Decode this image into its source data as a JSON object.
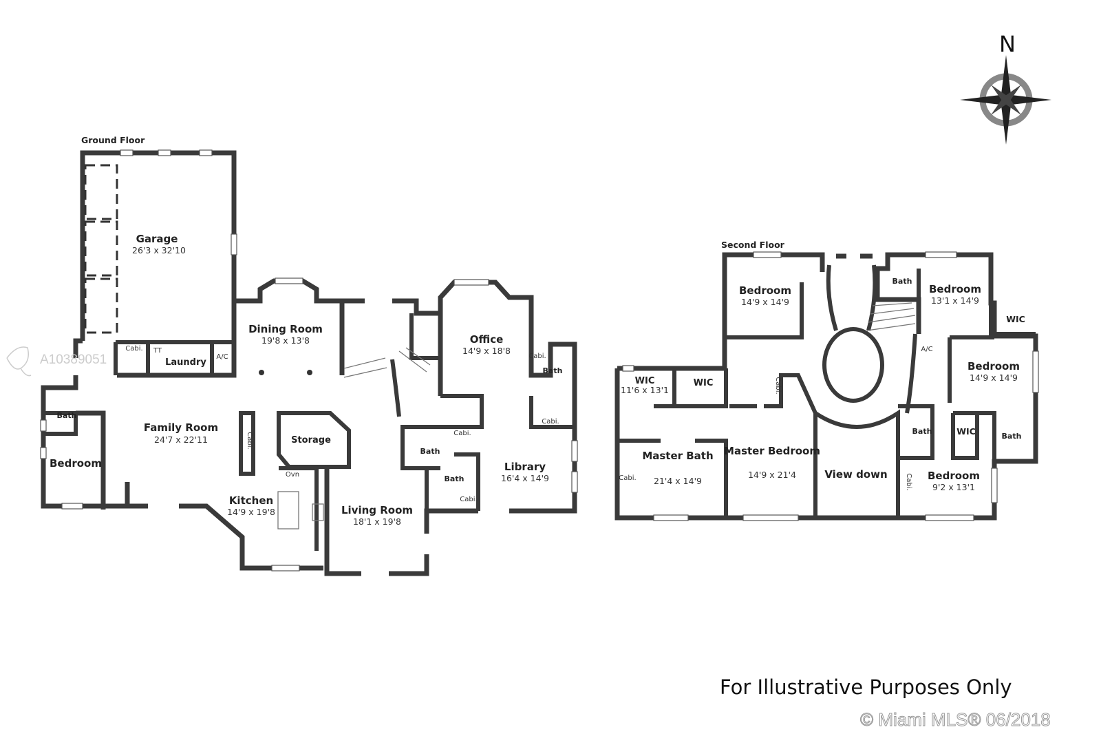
{
  "floors": {
    "ground": {
      "label": "Ground Floor",
      "rooms": [
        {
          "name": "Garage",
          "dims": "26'3 x 32'10"
        },
        {
          "name": "Dining Room",
          "dims": "19'8 x 13'8"
        },
        {
          "name": "Office",
          "dims": "14'9 x 18'8"
        },
        {
          "name": "Laundry",
          "dims": ""
        },
        {
          "name": "Family Room",
          "dims": "24'7 x 22'11"
        },
        {
          "name": "Storage",
          "dims": ""
        },
        {
          "name": "Bedroom",
          "dims": ""
        },
        {
          "name": "Kitchen",
          "dims": "14'9 x 19'8"
        },
        {
          "name": "Living Room",
          "dims": "18'1 x 19'8"
        },
        {
          "name": "Library",
          "dims": "16'4 x 14'9"
        },
        {
          "name": "Bath",
          "dims": ""
        },
        {
          "name": "Bath",
          "dims": ""
        },
        {
          "name": "Bath",
          "dims": ""
        },
        {
          "name": "Bath",
          "dims": ""
        }
      ],
      "fixtures": [
        "Cabi.",
        "TT",
        "A/C",
        "Cabi.",
        "Cabi.",
        "Cabi.",
        "Cabi.",
        "Cabi.",
        "Ovn"
      ]
    },
    "second": {
      "label": "Second Floor",
      "rooms": [
        {
          "name": "Bedroom",
          "dims": "14'9 x 14'9"
        },
        {
          "name": "Bedroom",
          "dims": "13'1 x 14'9"
        },
        {
          "name": "Bedroom",
          "dims": "14'9 x 14'9"
        },
        {
          "name": "WIC",
          "dims": "11'6 x 13'1"
        },
        {
          "name": "WIC",
          "dims": ""
        },
        {
          "name": "Master Bath",
          "dims": "21'4 x 14'9"
        },
        {
          "name": "Master Bedroom",
          "dims": "14'9 x 21'4"
        },
        {
          "name": "View down",
          "dims": ""
        },
        {
          "name": "Bedroom",
          "dims": "9'2 x 13'1"
        },
        {
          "name": "WIC",
          "dims": ""
        },
        {
          "name": "WIC",
          "dims": ""
        },
        {
          "name": "Bath",
          "dims": ""
        },
        {
          "name": "Bath",
          "dims": ""
        },
        {
          "name": "Bath",
          "dims": ""
        }
      ],
      "fixtures": [
        "Cabi.",
        "A/C",
        "Cabi.",
        "Cabi."
      ]
    }
  },
  "compass": {
    "label": "N"
  },
  "disclaimer": "For Illustrative Purposes Only",
  "watermark": {
    "listing_id": "A10389051",
    "copyright": "© Miami MLS® 06/2018"
  }
}
